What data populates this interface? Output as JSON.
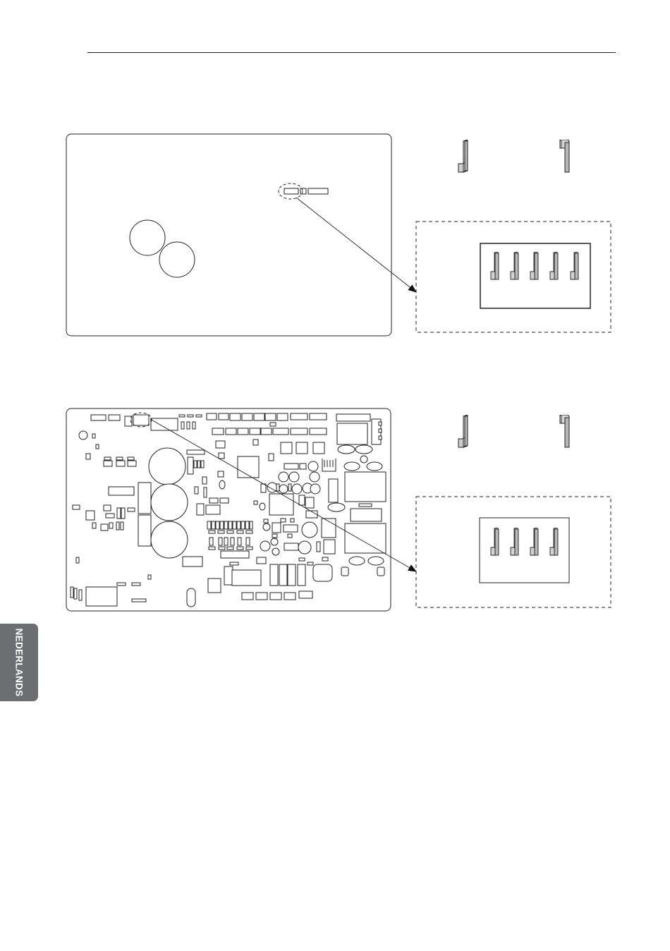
{
  "side_tab": {
    "label": "NEDERLANDS"
  },
  "colors": {
    "line": "#222222",
    "switch_fill": "#b8b8b8",
    "switch_shade": "#e4e4e4",
    "tab": "#6d6e71"
  },
  "figures": [
    {
      "name": "indoor-pcb",
      "dip_switch_count": 5
    },
    {
      "name": "outdoor-pcb",
      "dip_switch_count": 4
    }
  ]
}
